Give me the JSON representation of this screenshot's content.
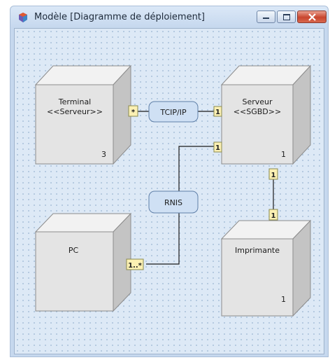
{
  "window": {
    "title": "Modèle [Diagramme de déploiement]"
  },
  "nodes": [
    {
      "id": "terminal",
      "name": "Terminal",
      "stereotype": "<<Serveur>>",
      "multiplicity": "3"
    },
    {
      "id": "serveur",
      "name": "Serveur",
      "stereotype": "<<SGBD>>",
      "multiplicity": "1"
    },
    {
      "id": "pc",
      "name": "PC",
      "stereotype": "",
      "multiplicity": ""
    },
    {
      "id": "imprimante",
      "name": "Imprimante",
      "stereotype": "",
      "multiplicity": "1"
    }
  ],
  "links": [
    {
      "id": "tcip",
      "label": "TCIP/IP",
      "end_a": "*",
      "end_b": "1"
    },
    {
      "id": "rnis",
      "label": "RNIS",
      "end_a": "1",
      "end_b": "1..*"
    },
    {
      "id": "printer-link",
      "label": "",
      "end_a": "1",
      "end_b": "1"
    }
  ],
  "colors": {
    "node_front": "#e4e4e4",
    "node_top": "#f2f2f2",
    "node_side": "#c4c4c4",
    "link_box": "#cfe0f4",
    "mult_box": "#fbf0b3"
  }
}
